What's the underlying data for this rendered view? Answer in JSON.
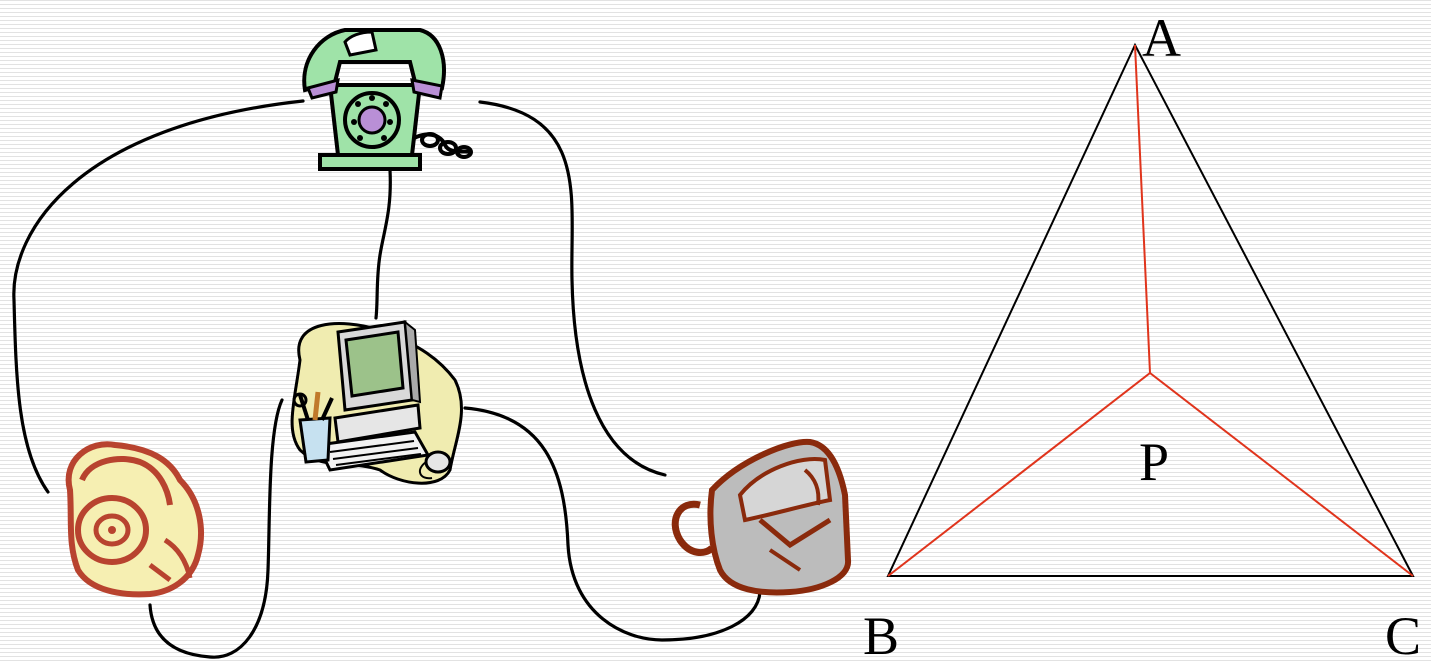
{
  "network": {
    "nodes": [
      {
        "id": "rotary-phone-top",
        "icon": "green-rotary-telephone-icon",
        "body_color": "#9fe3a8",
        "accent_color": "#b98fd6"
      },
      {
        "id": "desktop-computer",
        "icon": "desktop-computer-icon",
        "bg_color": "#f0ecb0",
        "screen_color": "#9cc28a"
      },
      {
        "id": "rotary-phone-left",
        "icon": "yellow-rotary-telephone-icon",
        "body_color": "#f6efb2",
        "outline_color": "#b8432f"
      },
      {
        "id": "telephone-right",
        "icon": "gray-telephone-icon",
        "body_color": "#bcbcbc",
        "outline_color": "#8a2a0c"
      }
    ],
    "wire_color": "#000000"
  },
  "triangle": {
    "vertices": {
      "a": "A",
      "b": "B",
      "c": "C",
      "p": "P"
    },
    "edge_color": "#000000",
    "segment_color": "#e0341c"
  }
}
